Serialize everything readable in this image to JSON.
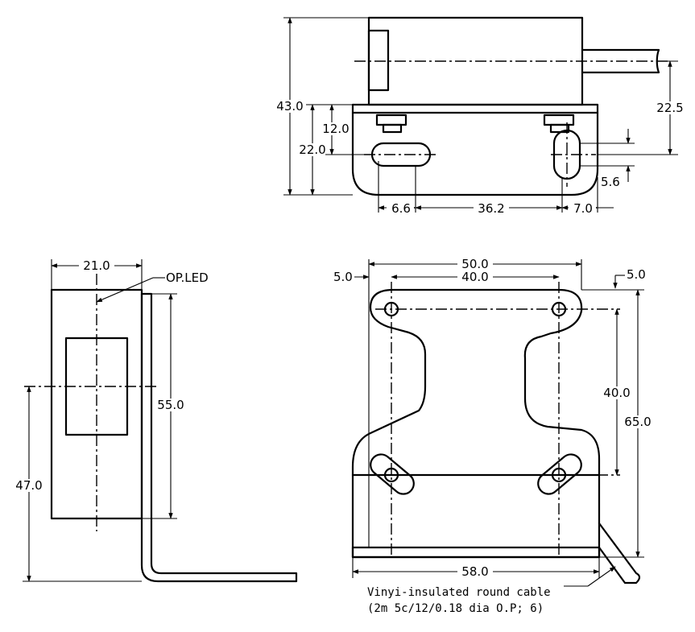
{
  "top_view": {
    "dim_43": "43.0",
    "dim_22_5": "22.5",
    "dim_12": "12.0",
    "dim_22": "22.0",
    "dim_5_6": "5.6",
    "dim_6_6": "6.6",
    "dim_36_2": "36.2",
    "dim_7": "7.0"
  },
  "side_view": {
    "dim_21": "21.0",
    "op_led": "OP.LED",
    "dim_55": "55.0",
    "dim_47": "47.0"
  },
  "front_view": {
    "dim_5_left": "5.0",
    "dim_50": "50.0",
    "dim_40_top": "40.0",
    "dim_5_right": "5.0",
    "dim_40_right": "40.0",
    "dim_65": "65.0",
    "dim_58": "58.0"
  },
  "cable_note": {
    "line1": "Vinyi-insulated round cable",
    "line2": "(2m 5c/12/0.18 dia O.P; 6)"
  }
}
